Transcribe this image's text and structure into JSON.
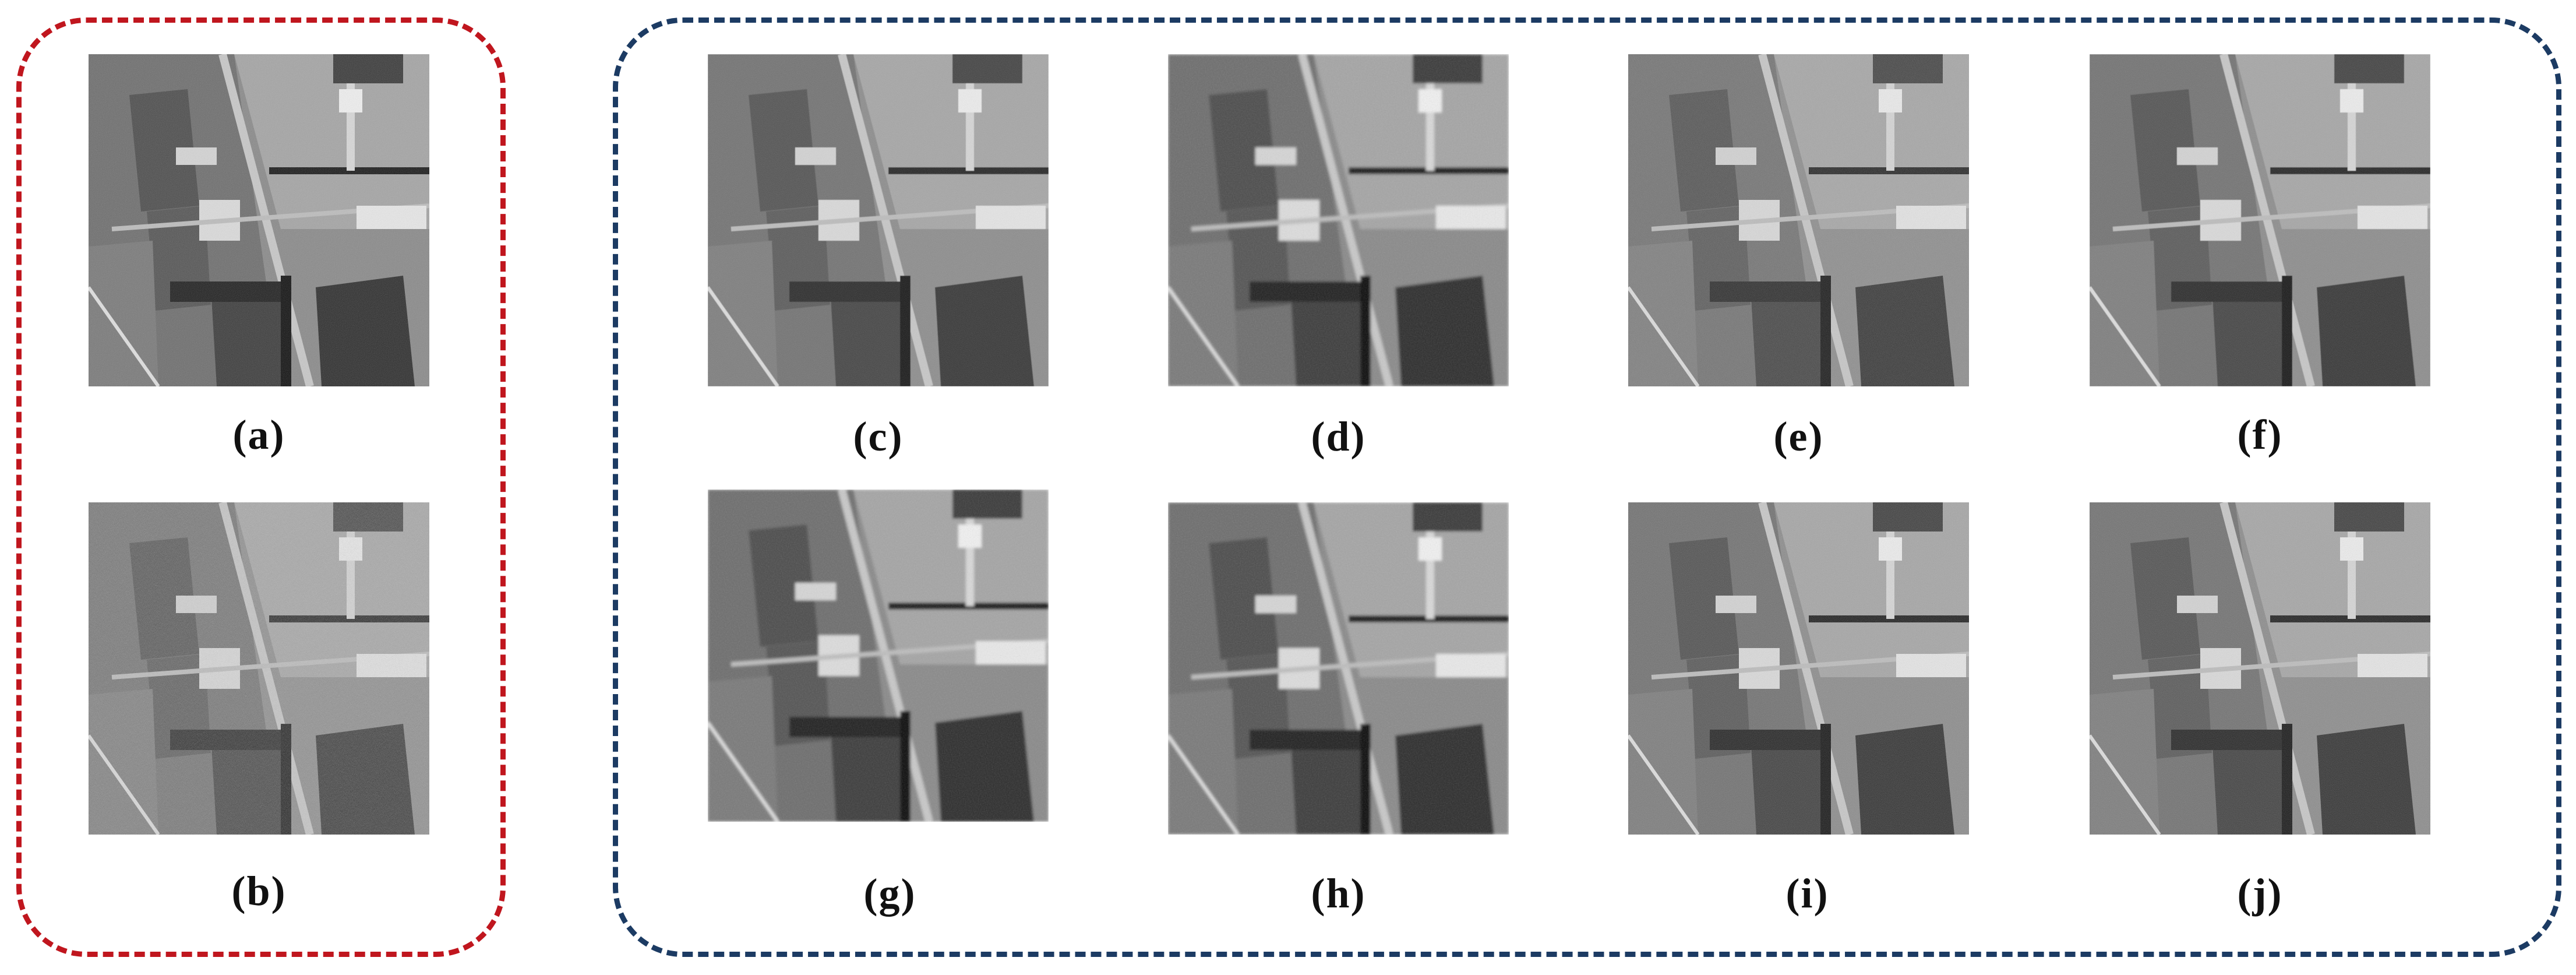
{
  "figure": {
    "groups": [
      {
        "name": "input-group",
        "color": "#c0161e"
      },
      {
        "name": "results-group",
        "color": "#1c3b63"
      }
    ],
    "panels": [
      {
        "id": "a",
        "label": "(a)",
        "group": "input",
        "noise": "clean"
      },
      {
        "id": "b",
        "label": "(b)",
        "group": "input",
        "noise": "heavy"
      },
      {
        "id": "c",
        "label": "(c)",
        "group": "results",
        "noise": "light"
      },
      {
        "id": "d",
        "label": "(d)",
        "group": "results",
        "noise": "smooth"
      },
      {
        "id": "e",
        "label": "(e)",
        "group": "results",
        "noise": "medium"
      },
      {
        "id": "f",
        "label": "(f)",
        "group": "results",
        "noise": "light"
      },
      {
        "id": "g",
        "label": "(g)",
        "group": "results",
        "noise": "smooth"
      },
      {
        "id": "h",
        "label": "(h)",
        "group": "results",
        "noise": "smooth"
      },
      {
        "id": "i",
        "label": "(i)",
        "group": "results",
        "noise": "sharp"
      },
      {
        "id": "j",
        "label": "(j)",
        "group": "results",
        "noise": "sharp"
      }
    ]
  }
}
